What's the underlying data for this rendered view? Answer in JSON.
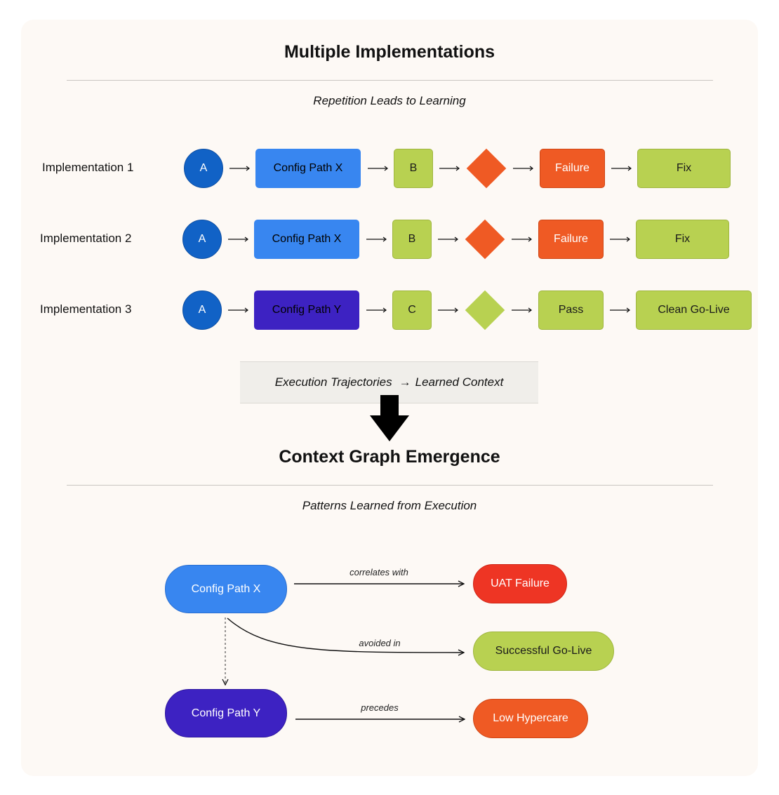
{
  "top_section": {
    "title": "Multiple Implementations",
    "subtitle": "Repetition Leads to Learning"
  },
  "implementations": [
    {
      "label": "Implementation 1",
      "start": "A",
      "config": "Config Path X",
      "config_color": "#3886f0",
      "step": "B",
      "decision_color": "#ef5a24",
      "outcome": "Failure",
      "outcome_color": "#ef5a24",
      "final": "Fix"
    },
    {
      "label": "Implementation 2",
      "start": "A",
      "config": "Config Path X",
      "config_color": "#3886f0",
      "step": "B",
      "decision_color": "#ef5a24",
      "outcome": "Failure",
      "outcome_color": "#ef5a24",
      "final": "Fix"
    },
    {
      "label": "Implementation 3",
      "start": "A",
      "config": "Config Path Y",
      "config_color": "#3d22c2",
      "step": "C",
      "decision_color": "#b8d151",
      "outcome": "Pass",
      "outcome_color": "#b8d151",
      "final": "Clean Go-Live"
    }
  ],
  "transition": {
    "banner_left": "Execution Trajectories",
    "banner_arrow": "→",
    "banner_right": "Learned Context"
  },
  "bottom_section": {
    "title": "Context Graph Emergence",
    "subtitle": "Patterns Learned from Execution"
  },
  "graph": {
    "nodes": {
      "config_x": "Config Path X",
      "config_y": "Config Path Y",
      "uat_failure": "UAT Failure",
      "successful_golive": "Successful Go-Live",
      "low_hypercare": "Low Hypercare"
    },
    "edges": {
      "x_to_uat": "correlates with",
      "x_to_golive": "avoided in",
      "y_to_hypercare": "precedes"
    }
  },
  "colors": {
    "background": "#fdf9f5",
    "start_node": "#1162c6",
    "config_x": "#3886f0",
    "config_y": "#3d22c2",
    "green": "#b8d151",
    "orange": "#ef5a24",
    "red": "#ee3524"
  }
}
